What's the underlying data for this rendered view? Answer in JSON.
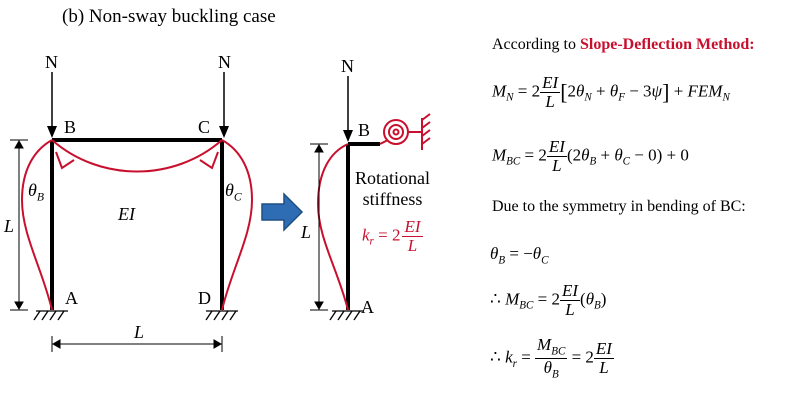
{
  "title": "(b) Non-sway buckling case",
  "labels": {
    "N_left": "N",
    "N_right": "N",
    "N_single": "N",
    "B": "B",
    "C": "C",
    "A": "A",
    "D": "D",
    "B2": "B",
    "A2": "A",
    "L_left": "L",
    "L_bottom": "L",
    "L_right": "L",
    "EI": "EI",
    "theta_B": "θ",
    "theta_B_sub": "B",
    "theta_C": "θ",
    "theta_C_sub": "C"
  },
  "rotational": {
    "line1": "Rotational",
    "line2": "stiffness"
  },
  "text": {
    "intro_prefix": "According to ",
    "intro_method": "Slope-Deflection Method:",
    "due": "Due to the symmetry in bending of BC:"
  },
  "colors": {
    "member": "#000000",
    "deflected": "#c8102e",
    "arrow_fill": "#2e6db4",
    "arrow_stroke": "#1f4e85",
    "method": "#c8102e"
  }
}
